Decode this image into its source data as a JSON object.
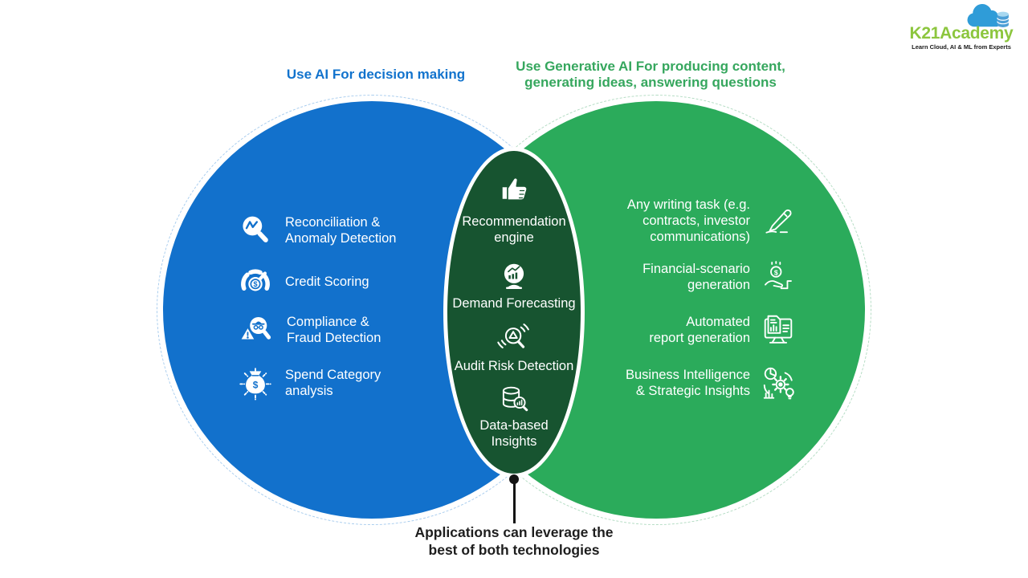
{
  "logo": {
    "brand": "K21Academy",
    "tagline": "Learn Cloud, AI & ML from Experts"
  },
  "titles": {
    "left": "Use AI For decision making",
    "right": "Use Generative AI For producing content,\ngenerating ideas, answering questions"
  },
  "left_circle": {
    "items": [
      {
        "icon": "anomaly-magnifier-icon",
        "label": "Reconciliation &\nAnomaly Detection"
      },
      {
        "icon": "credit-gauge-icon",
        "label": "Credit Scoring"
      },
      {
        "icon": "fraud-magnifier-icon",
        "label": "Compliance &\nFraud Detection"
      },
      {
        "icon": "money-bag-icon",
        "label": "Spend Category\nanalysis"
      }
    ]
  },
  "intersection": {
    "items": [
      {
        "icon": "thumbs-up-icon",
        "label": "Recommendation\nengine"
      },
      {
        "icon": "forecast-monitor-icon",
        "label": "Demand Forecasting"
      },
      {
        "icon": "audit-magnifier-icon",
        "label": "Audit Risk Detection"
      },
      {
        "icon": "database-search-icon",
        "label": "Data-based\nInsights"
      }
    ]
  },
  "right_circle": {
    "items": [
      {
        "icon": "pen-icon",
        "label": "Any writing task (e.g.\ncontracts, investor\ncommunications)"
      },
      {
        "icon": "coin-hand-icon",
        "label": "Financial-scenario\ngeneration"
      },
      {
        "icon": "report-monitor-icon",
        "label": "Automated\nreport generation"
      },
      {
        "icon": "bi-insights-icon",
        "label": "Business Intelligence\n& Strategic Insights"
      }
    ]
  },
  "caption": "Applications can leverage the\nbest of both technologies",
  "colors": {
    "left_circle": "#1271CC",
    "right_circle": "#2BAB5B",
    "intersection": "#175430",
    "left_title": "#1273CD",
    "right_title": "#36A75E",
    "caption_text": "#1e1e1e",
    "logo_green": "#8CC63E",
    "logo_blue": "#2F9CD8"
  }
}
